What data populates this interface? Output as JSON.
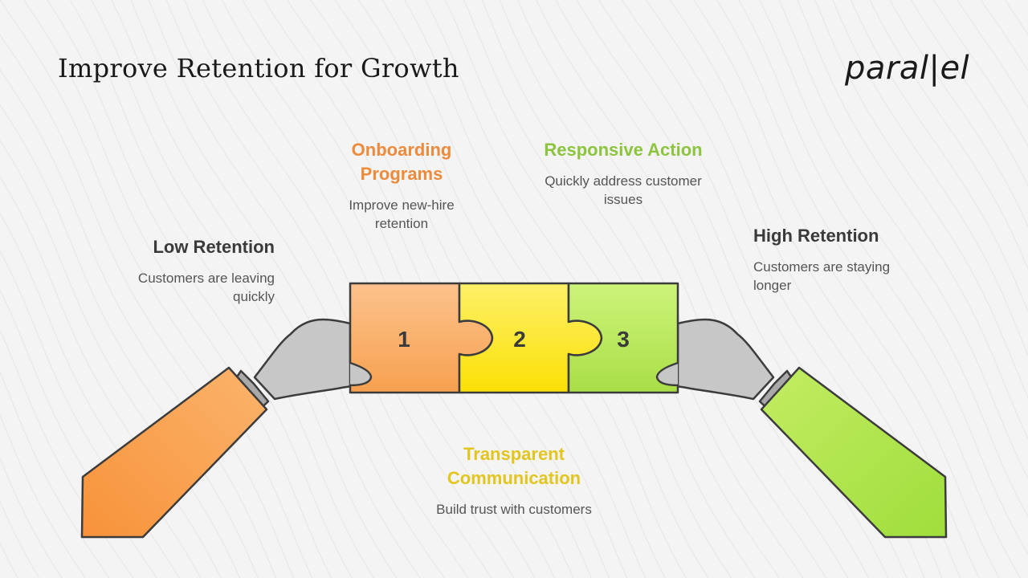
{
  "title": "Improve Retention for Growth",
  "logo": "paral|el",
  "colors": {
    "orange": "#f7a05a",
    "yellow": "#fbe21a",
    "green": "#bbe85a",
    "glove": "#c7c7c7",
    "outline": "#3c3c3c"
  },
  "low": {
    "heading": "Low Retention",
    "description": "Customers are leaving quickly"
  },
  "high": {
    "heading": "High Retention",
    "description": "Customers are staying longer"
  },
  "pieces": [
    {
      "number": "1",
      "heading": "Onboarding Programs",
      "description": "Improve new-hire retention"
    },
    {
      "number": "2",
      "heading": "Transparent Communication",
      "description": "Build trust with customers"
    },
    {
      "number": "3",
      "heading": "Responsive Action",
      "description": "Quickly address customer issues"
    }
  ]
}
